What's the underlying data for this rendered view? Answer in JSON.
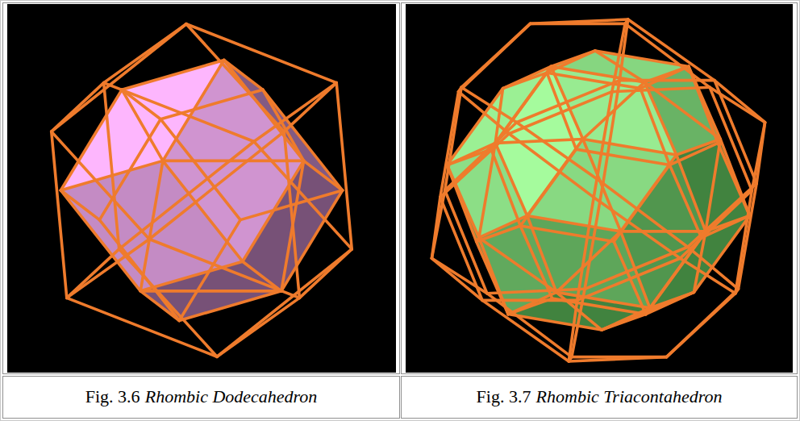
{
  "diagram": {
    "labels": [
      "Fig. 3.6",
      "Rhombic Dodecahedron",
      "Fig. 3.7",
      "Rhombic Triacontahedron"
    ]
  }
}
